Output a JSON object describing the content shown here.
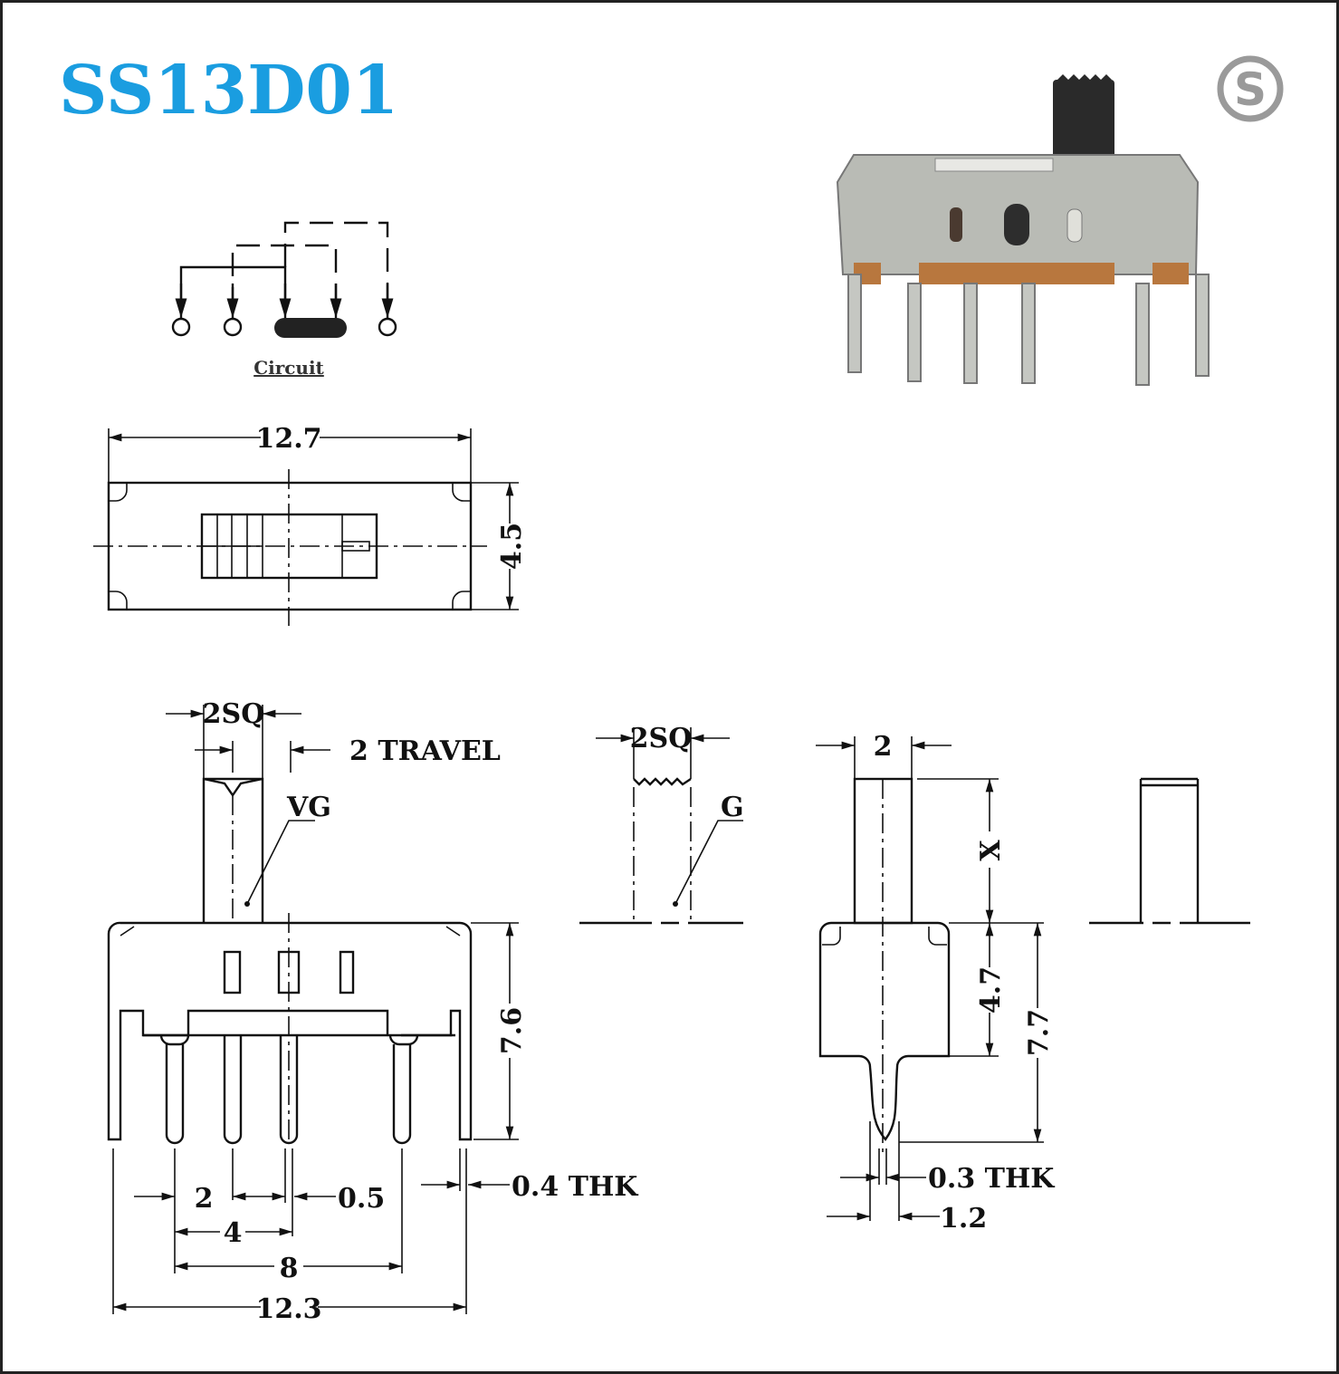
{
  "title": "SS13D01",
  "logo_letter": "S",
  "colors": {
    "title": "#1a9de0",
    "logo": "#9a9a9a",
    "metal": "#b9bbb5",
    "base": "#b8773e",
    "knob": "#2a2a2a"
  },
  "circuit": {
    "caption": "Circuit"
  },
  "top_view": {
    "width": "12.7",
    "height": "4.5"
  },
  "front_view": {
    "actuator": "2SQ",
    "travel": "2 TRAVEL",
    "vg": "VG",
    "height": "7.6",
    "pitch_small": "2",
    "pin_width": "0.5",
    "pitch_4": "4",
    "pitch_8": "8",
    "overall": "12.3",
    "thickness": "0.4 THK"
  },
  "actuator_g": {
    "size": "2SQ",
    "label": "G"
  },
  "side_view": {
    "width": "2",
    "x": "X",
    "body_height": "4.7",
    "total_height": "7.7",
    "thickness": "0.3 THK",
    "pin": "1.2"
  }
}
